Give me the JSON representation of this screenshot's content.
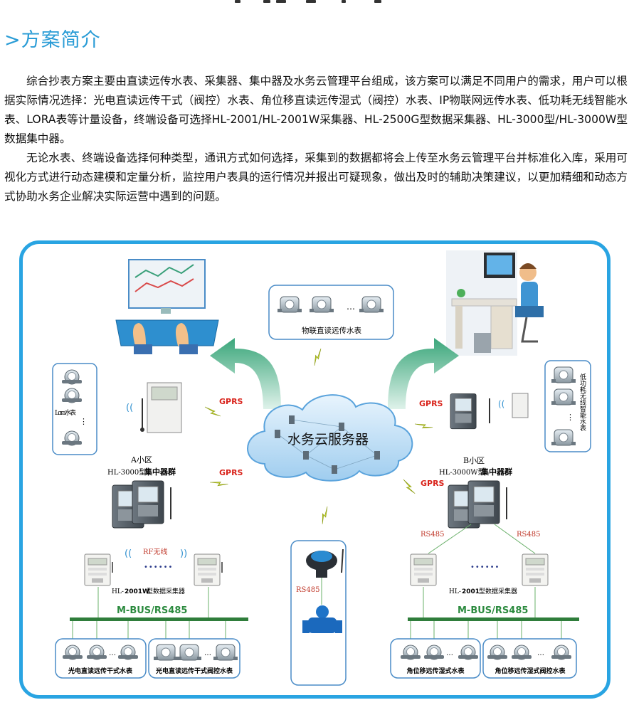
{
  "section": {
    "title": ">方案简介",
    "paragraphs": [
      "综合抄表方案主要由直读远传水表、采集器、集中器及水务云管理平台组成，该方案可以满足不同用户的需求，用户可以根据实际情况选择：光电直读远传干式（阀控）水表、角位移直读远传湿式（阀控）水表、IP物联网远传水表、低功耗无线智能水表、LORA表等计量设备，终端设备可选择HL-2001/HL-2001W采集器、HL-2500G型数据采集器、HL-3000型/HL-3000W型数据集中器。",
      "无论水表、终端设备选择何种类型，通讯方式如何选择，采集到的数据都将会上传至水务云管理平台并标准化入库，采用可视化方式进行动态建模和定量分析，监控用户表具的运行情况并报出可疑现象，做出及时的辅助决策建议，以更加精细和动态方式协助水务企业解决实际运营中遇到的问题。"
    ]
  },
  "diagram": {
    "colors": {
      "frame": "#29a4e2",
      "arrow": "#4db38a",
      "bus": "#2f7d3b",
      "bus_text": "#2b8a3e",
      "gprs": "#d9241c",
      "rs485": "#c0392b",
      "lightning": "#c7d62a",
      "cloud": "#6fb4e8"
    },
    "cloud_label": "水务云服务器",
    "iot_meters_label": "物联直读远传水表",
    "lora_meters_label": "Lora水表",
    "low_power_label": "低功耗无线智能水表",
    "gprs": "GPRS",
    "rs485": "RS485",
    "rf_label": "RF无线",
    "area_a": {
      "name": "A小区",
      "concentrator_prefix": "HL-3000型",
      "concentrator_suffix": "集中器群"
    },
    "area_b": {
      "name": "B小区",
      "concentrator_prefix": "HL-3000W型",
      "concentrator_suffix": "集中器群"
    },
    "collector_a": {
      "prefix": "HL-",
      "model": "2001W",
      "suffix": "型数据采集器"
    },
    "collector_b": {
      "prefix": "HL-",
      "model": "2001",
      "suffix": "型数据采集器"
    },
    "bus_label": "M-BUS/RS485",
    "meter_groups": [
      "光电直读远传干式水表",
      "光电直读远传干式阀控水表",
      "角位移远传湿式水表",
      "角位移远传湿式阀控水表"
    ],
    "ellipsis": "…",
    "dots": "••••••"
  }
}
